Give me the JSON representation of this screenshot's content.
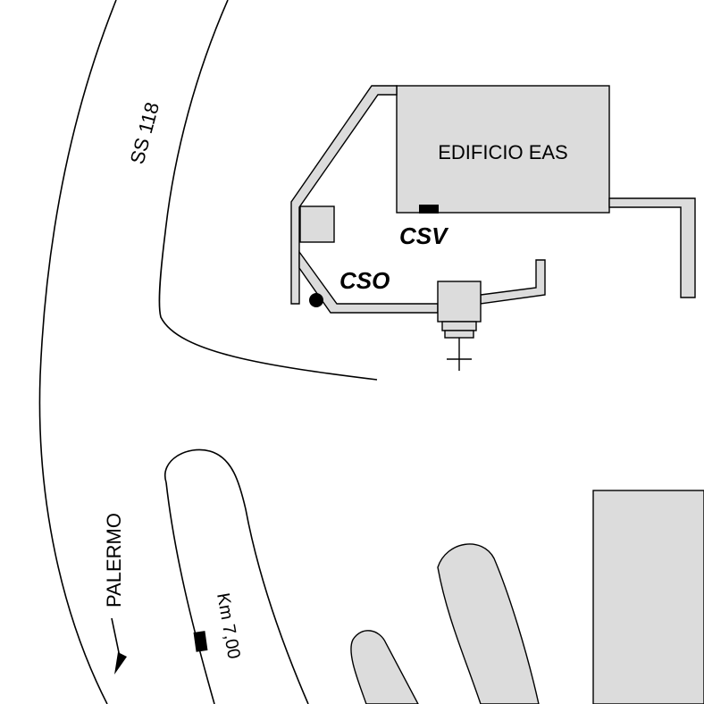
{
  "map": {
    "road_name": "SS 118",
    "direction_label": "PALERMO",
    "km_marker": "Km 7,00",
    "building_label": "EDIFICIO EAS",
    "points": [
      {
        "label": "CSV",
        "icon": "square-marker"
      },
      {
        "label": "CSO",
        "icon": "circle-marker"
      }
    ],
    "colors": {
      "fill": "#dcdcdc",
      "stroke": "#000000",
      "background": "#ffffff"
    }
  }
}
